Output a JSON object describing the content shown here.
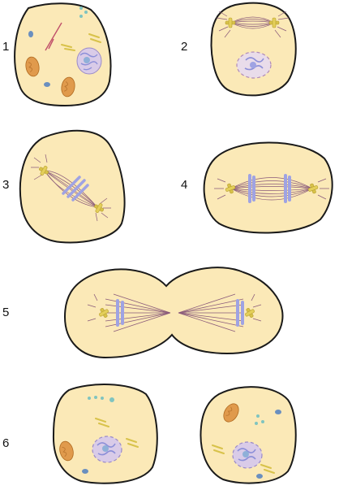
{
  "stage_labels": [
    "1",
    "2",
    "3",
    "4",
    "5",
    "6"
  ],
  "colors": {
    "cytoplasm": "#fbe9b7",
    "membrane": "#1a1a1a",
    "chromatin": "#9fa3e3",
    "nucleus_fill": "#d9cbe8",
    "spindle": "#8a5a7a",
    "centrosome": "#d8c24a",
    "mitochondrion": "#e09a4c",
    "organelle_blue": "#6a8fbf",
    "organelle_teal": "#7fc4c0",
    "er_red": "#c0506a"
  }
}
